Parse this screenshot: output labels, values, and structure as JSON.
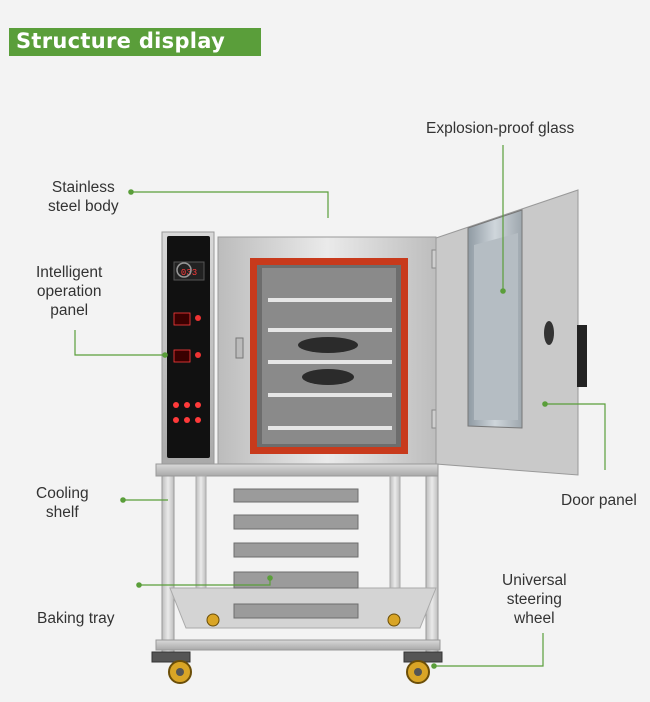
{
  "banner": {
    "title": "Structure display"
  },
  "labels": {
    "explosion_proof_glass": "Explosion-proof glass",
    "stainless_steel_body": "Stainless\nsteel body",
    "intelligent_operation_panel": "Intelligent\noperation\npanel",
    "cooling_shelf": "Cooling\nshelf",
    "door_panel": "Door panel",
    "baking_tray": "Baking tray",
    "universal_steering_wheel": "Universal\nsteering\nwheel"
  },
  "panel": {
    "display_value": "033"
  },
  "colors": {
    "accent": "#5a9e3a",
    "leader_line": "#5a9e3a",
    "oven_seal": "#c83a1c"
  }
}
